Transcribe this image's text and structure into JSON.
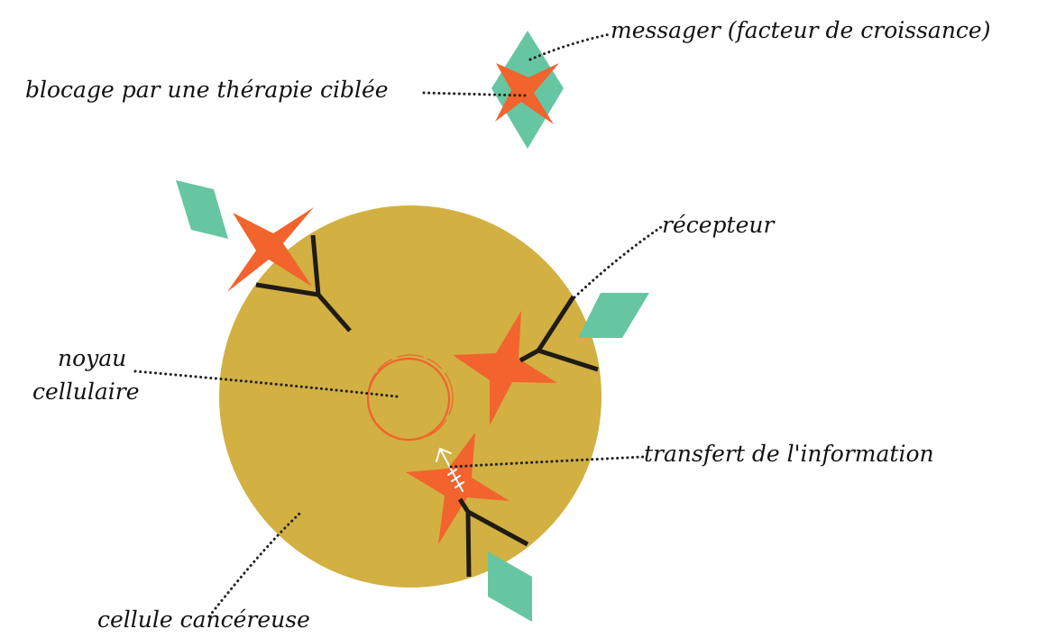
{
  "labels": {
    "messenger": "messager (facteur de croissance)",
    "blocking": "blocage par une thérapie ciblée",
    "receptor": "récepteur",
    "nucleus_line1": "noyau",
    "nucleus_line2": "cellulaire",
    "transfer": "transfert de l'information",
    "cancer_cell": "cellule cancéreuse"
  },
  "colors": {
    "cell": "#d2b041",
    "messenger": "#66c6a1",
    "therapy_star": "#f2632d",
    "receptor": "#1f1b16",
    "nucleus": "#f0632c",
    "arrow": "#ffffff"
  },
  "icons": {
    "messenger": "green-diamond",
    "therapy": "orange-four-point-star",
    "receptor": "y-shaped-receptor",
    "signal": "white-arrow"
  }
}
